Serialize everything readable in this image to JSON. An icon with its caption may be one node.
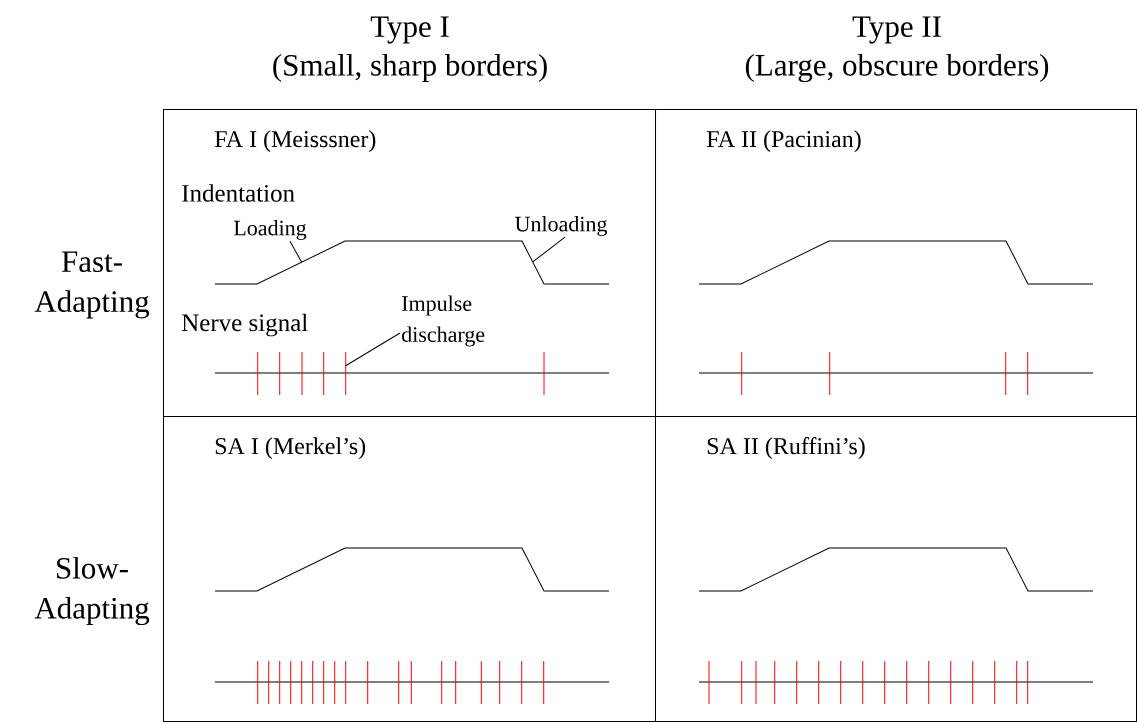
{
  "diagram": {
    "nodes": [
      {
        "text": [
          "FA I (Meisssner)"
        ]
      },
      {
        "text": [
          "FA II (Pacinian)"
        ]
      },
      {
        "text": [
          "SA I (Merkel’s)"
        ]
      },
      {
        "text": [
          "SA II (Ruffini’s)"
        ]
      },
      {
        "text": [
          "Loading"
        ],
        "in": 0
      },
      {
        "text": [
          "Unloading"
        ],
        "in": 0
      },
      {
        "text": [
          "Impulse discharge"
        ],
        "in": 0
      }
    ],
    "edges": [
      {
        "from": 4,
        "to": null,
        "arrow": "none"
      },
      {
        "from": 5,
        "to": null,
        "arrow": "none"
      },
      {
        "from": 6,
        "to": null,
        "arrow": "none"
      }
    ],
    "labels": [
      "Type I",
      "(Small, sharp borders)",
      "Type II",
      "(Large, obscure borders)",
      "Fast- Adapting",
      "Indentation",
      "Nerve signal",
      "Slow- Adapting"
    ]
  }
}
